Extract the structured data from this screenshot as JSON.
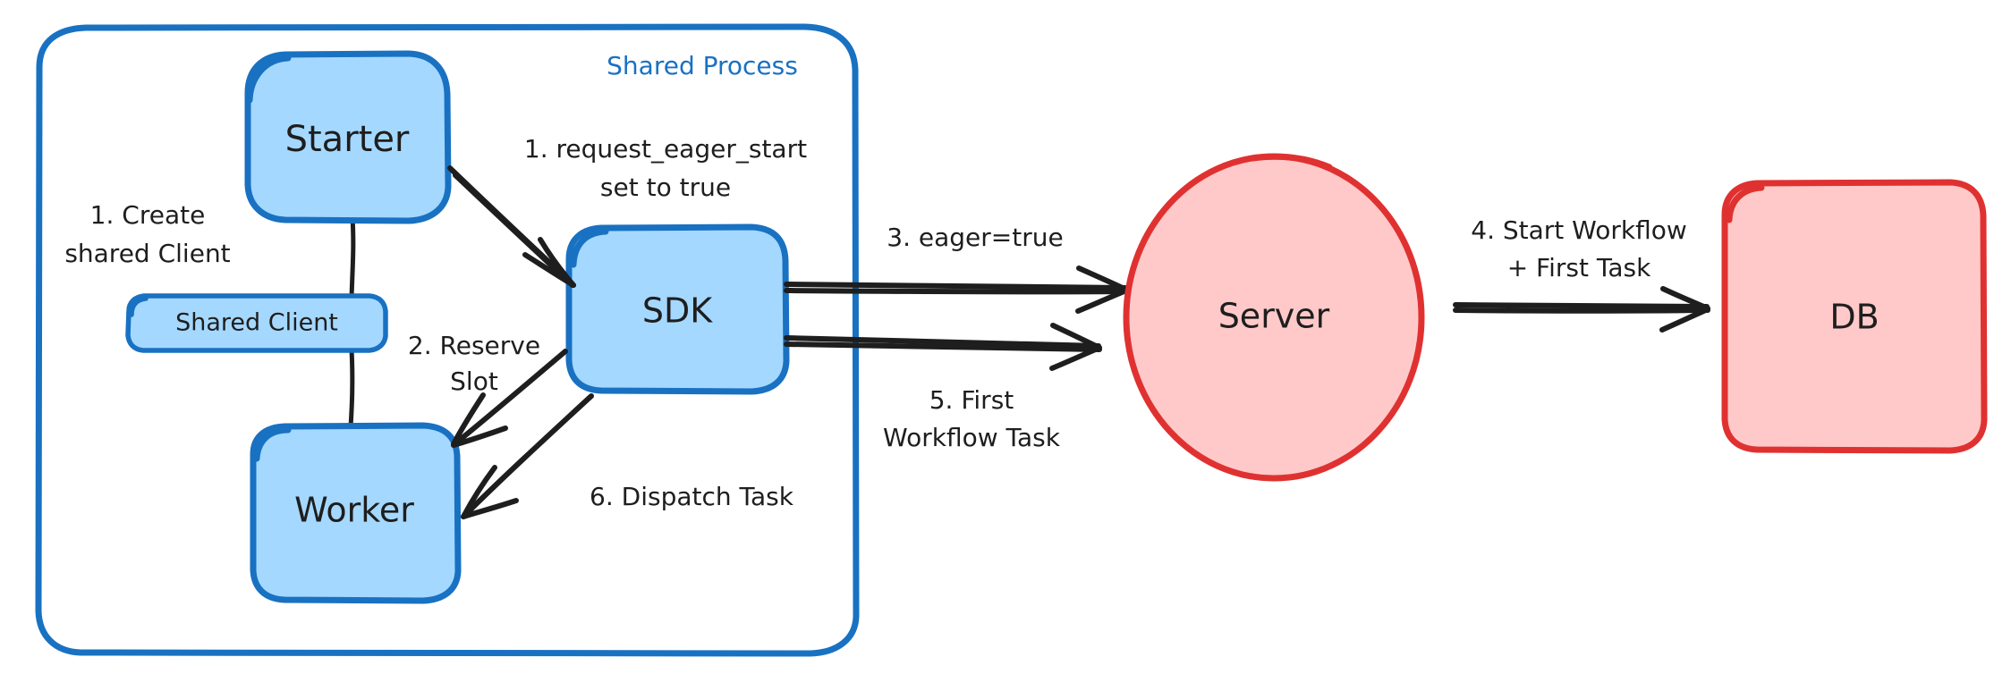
{
  "diagram": {
    "title_visible": false,
    "colors": {
      "blue_stroke": "#1971c2",
      "blue_fill": "#a5d8ff",
      "red_stroke": "#e03131",
      "red_fill": "#ffc9c9",
      "ink": "#1e1e1e",
      "background": "#ffffff"
    },
    "frame": {
      "label": "Shared Process"
    },
    "nodes": [
      {
        "id": "starter",
        "label": "Starter",
        "shape": "rounded-rect",
        "color": "blue"
      },
      {
        "id": "shared-client",
        "label": "Shared Client",
        "shape": "rounded-rect",
        "color": "blue"
      },
      {
        "id": "worker",
        "label": "Worker",
        "shape": "rounded-rect",
        "color": "blue"
      },
      {
        "id": "sdk",
        "label": "SDK",
        "shape": "rounded-rect",
        "color": "blue"
      },
      {
        "id": "server",
        "label": "Server",
        "shape": "ellipse",
        "color": "red"
      },
      {
        "id": "db",
        "label": "DB",
        "shape": "rounded-rect",
        "color": "red"
      }
    ],
    "edge_labels": {
      "create_shared_client": {
        "line1": "1. Create",
        "line2": "shared Client"
      },
      "request_eager_start": {
        "line1": "1. request_eager_start",
        "line2": "set to true"
      },
      "reserve_slot": {
        "line1": "2. Reserve",
        "line2": "Slot"
      },
      "eager_true": {
        "line1": "3. eager=true"
      },
      "start_workflow": {
        "line1": "4. Start Workflow",
        "line2": "+ First Task"
      },
      "first_workflow_task": {
        "line1": "5. First",
        "line2": "Workflow Task"
      },
      "dispatch_task": {
        "line1": "6. Dispatch Task"
      }
    }
  }
}
